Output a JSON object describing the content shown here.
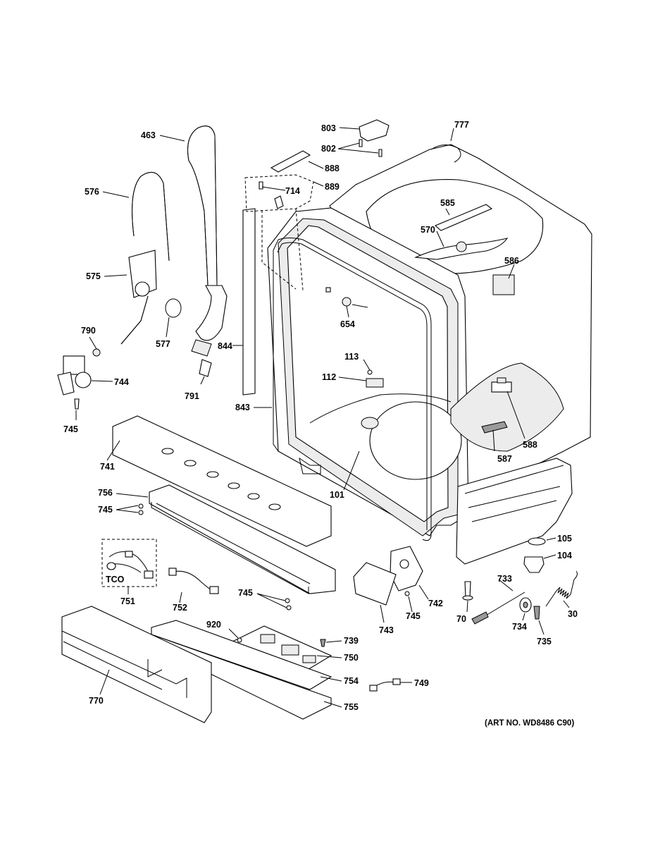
{
  "labels": {
    "l463": "463",
    "l576": "576",
    "l575": "575",
    "l577": "577",
    "l790": "790",
    "l744": "744",
    "l745a": "745",
    "l791": "791",
    "l844": "844",
    "l843": "843",
    "l803": "803",
    "l802": "802",
    "l888": "888",
    "l714": "714",
    "l889": "889",
    "l777": "777",
    "l585": "585",
    "l570": "570",
    "l586": "586",
    "l654": "654",
    "l113": "113",
    "l112": "112",
    "l588": "588",
    "l587": "587",
    "l741": "741",
    "l101": "101",
    "l756": "756",
    "l745b": "745",
    "l751": "751",
    "l752": "752",
    "l745c": "745",
    "l742": "742",
    "l743": "743",
    "l745d": "745",
    "l105": "105",
    "l104": "104",
    "l733": "733",
    "l70": "70",
    "l734": "734",
    "l735": "735",
    "l30": "30",
    "l920": "920",
    "l739": "739",
    "l750": "750",
    "l754": "754",
    "l749": "749",
    "l770": "770",
    "l755": "755"
  },
  "tco_label": "TCO",
  "art_number": "(ART NO. WD8486 C90)"
}
